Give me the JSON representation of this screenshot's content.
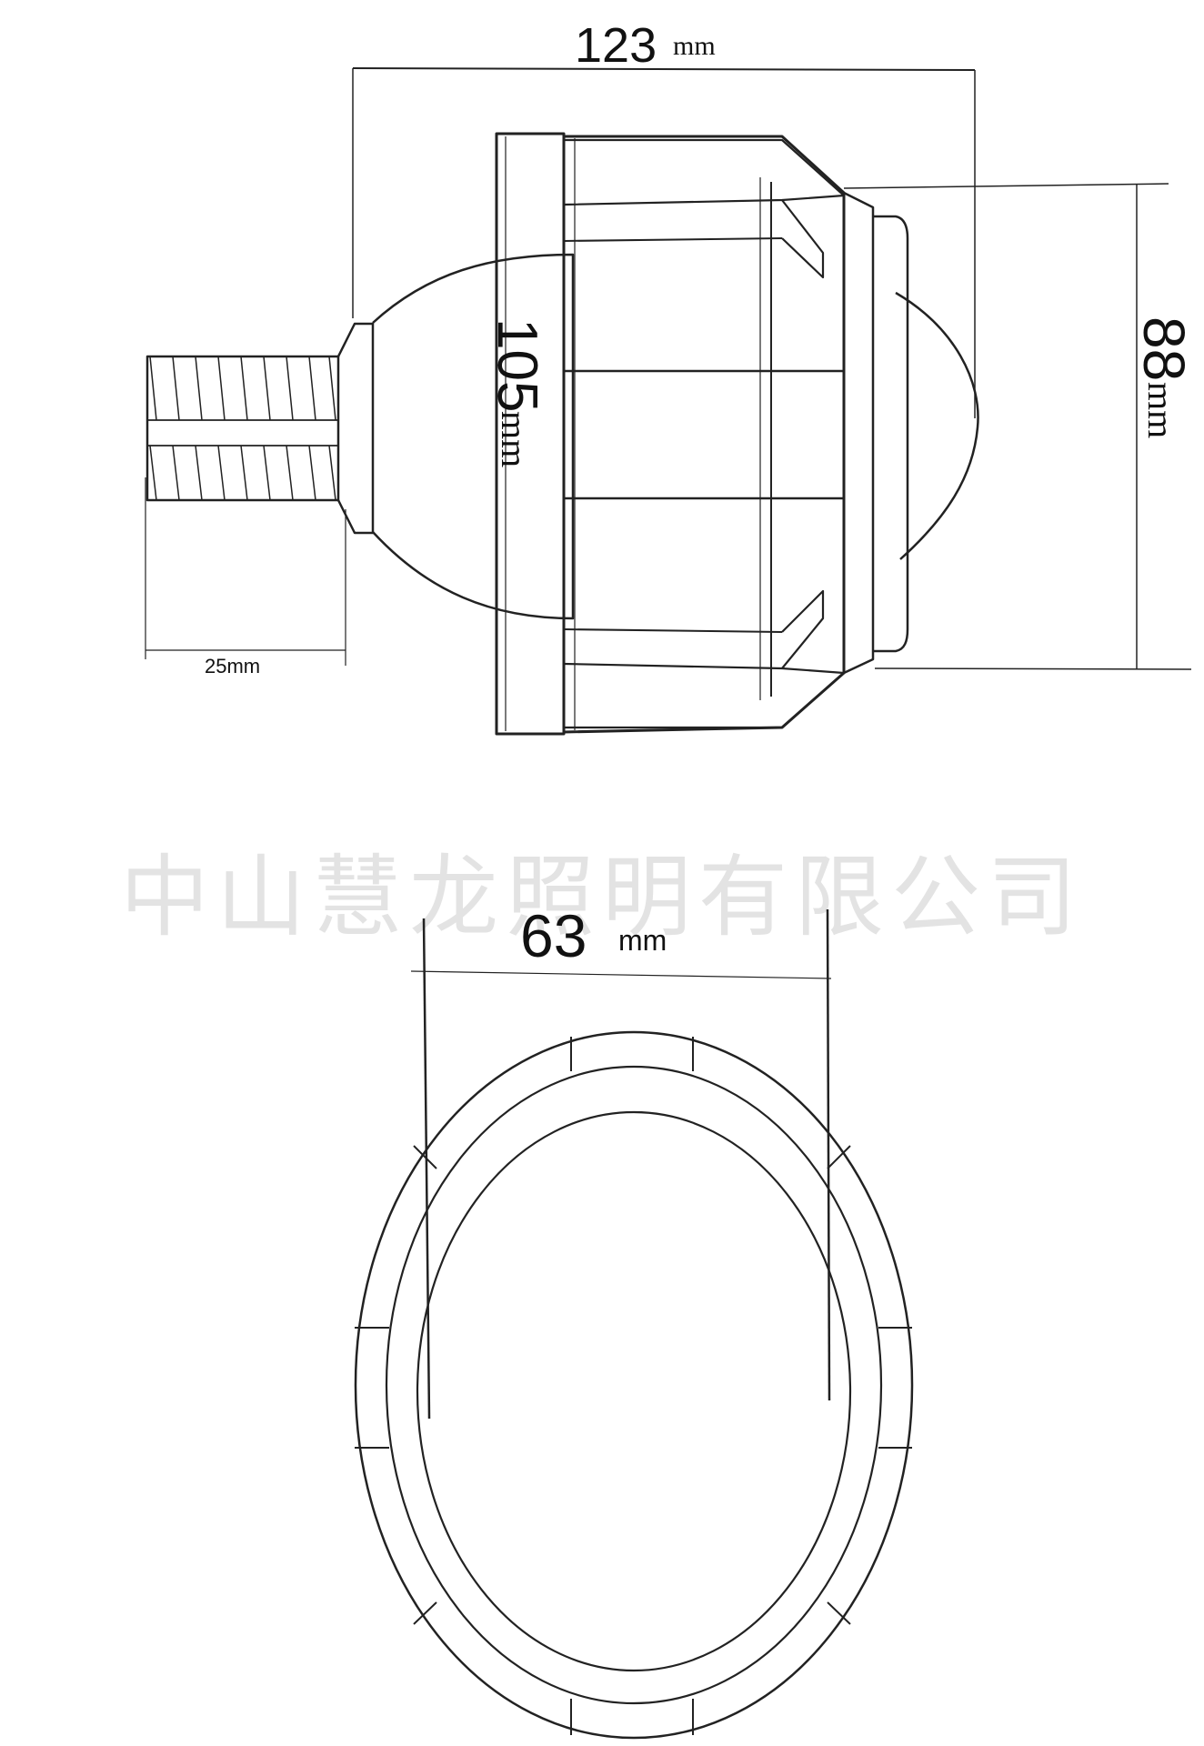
{
  "dimensions": {
    "length_total": {
      "value": "123",
      "unit": "mm"
    },
    "front_height": {
      "value": "88",
      "unit": "mm"
    },
    "body_height": {
      "value": "105",
      "unit": "mm"
    },
    "thread_length": {
      "label": "25mm"
    },
    "lens_diameter": {
      "value": "63",
      "unit": "mm"
    }
  },
  "watermark": "中山慧龙照明有限公司"
}
